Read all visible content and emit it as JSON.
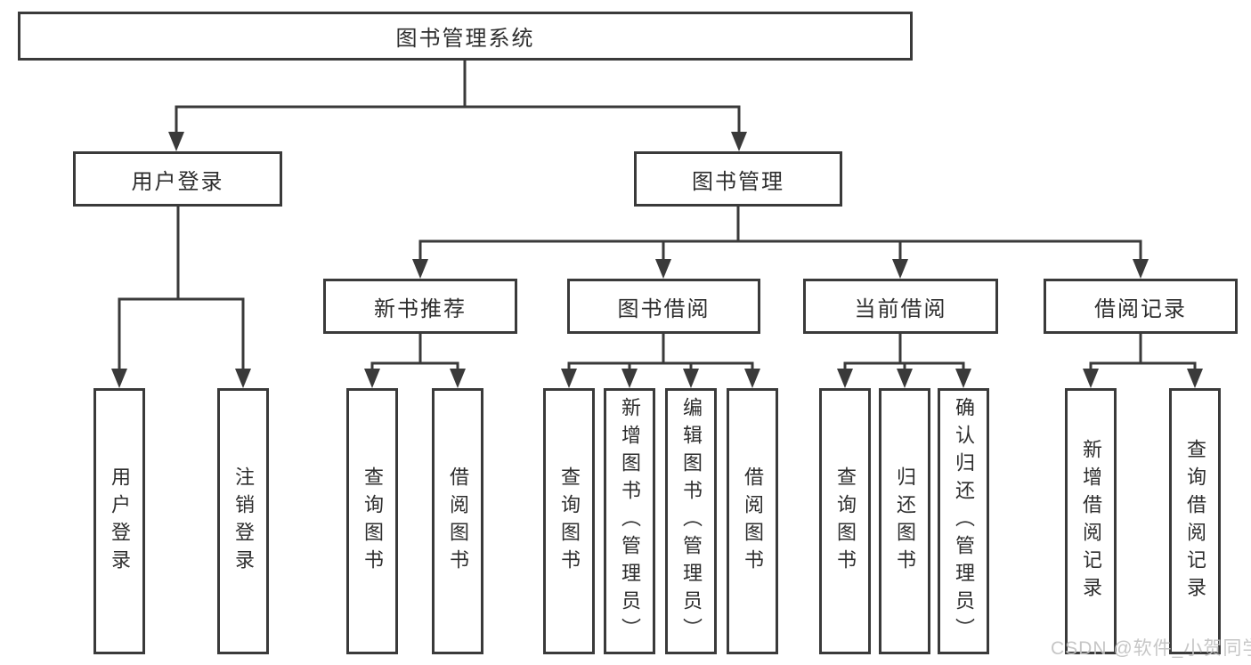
{
  "tree": {
    "root": {
      "label": "图书管理系统"
    },
    "user_login": {
      "label": "用户登录",
      "children": [
        {
          "label": "用户登录"
        },
        {
          "label": "注销登录"
        }
      ]
    },
    "book_mgmt": {
      "label": "图书管理",
      "children": [
        {
          "label": "新书推荐",
          "children": [
            {
              "label": "查询图书"
            },
            {
              "label": "借阅图书"
            }
          ]
        },
        {
          "label": "图书借阅",
          "children": [
            {
              "label": "查询图书"
            },
            {
              "label": "新增图书（管理员）"
            },
            {
              "label": "编辑图书（管理员）"
            },
            {
              "label": "借阅图书"
            }
          ]
        },
        {
          "label": "当前借阅",
          "children": [
            {
              "label": "查询图书"
            },
            {
              "label": "归还图书"
            },
            {
              "label": "确认归还（管理员）"
            }
          ]
        },
        {
          "label": "借阅记录",
          "children": [
            {
              "label": "新增借阅记录"
            },
            {
              "label": "查询借阅记录"
            }
          ]
        }
      ]
    }
  },
  "watermark": {
    "text": "CSDN @软件_小贺同学"
  },
  "colors": {
    "line": "#3a3a3a",
    "text": "#2e2e2e",
    "background": "#ffffff",
    "watermark": "#c2c2c2"
  }
}
